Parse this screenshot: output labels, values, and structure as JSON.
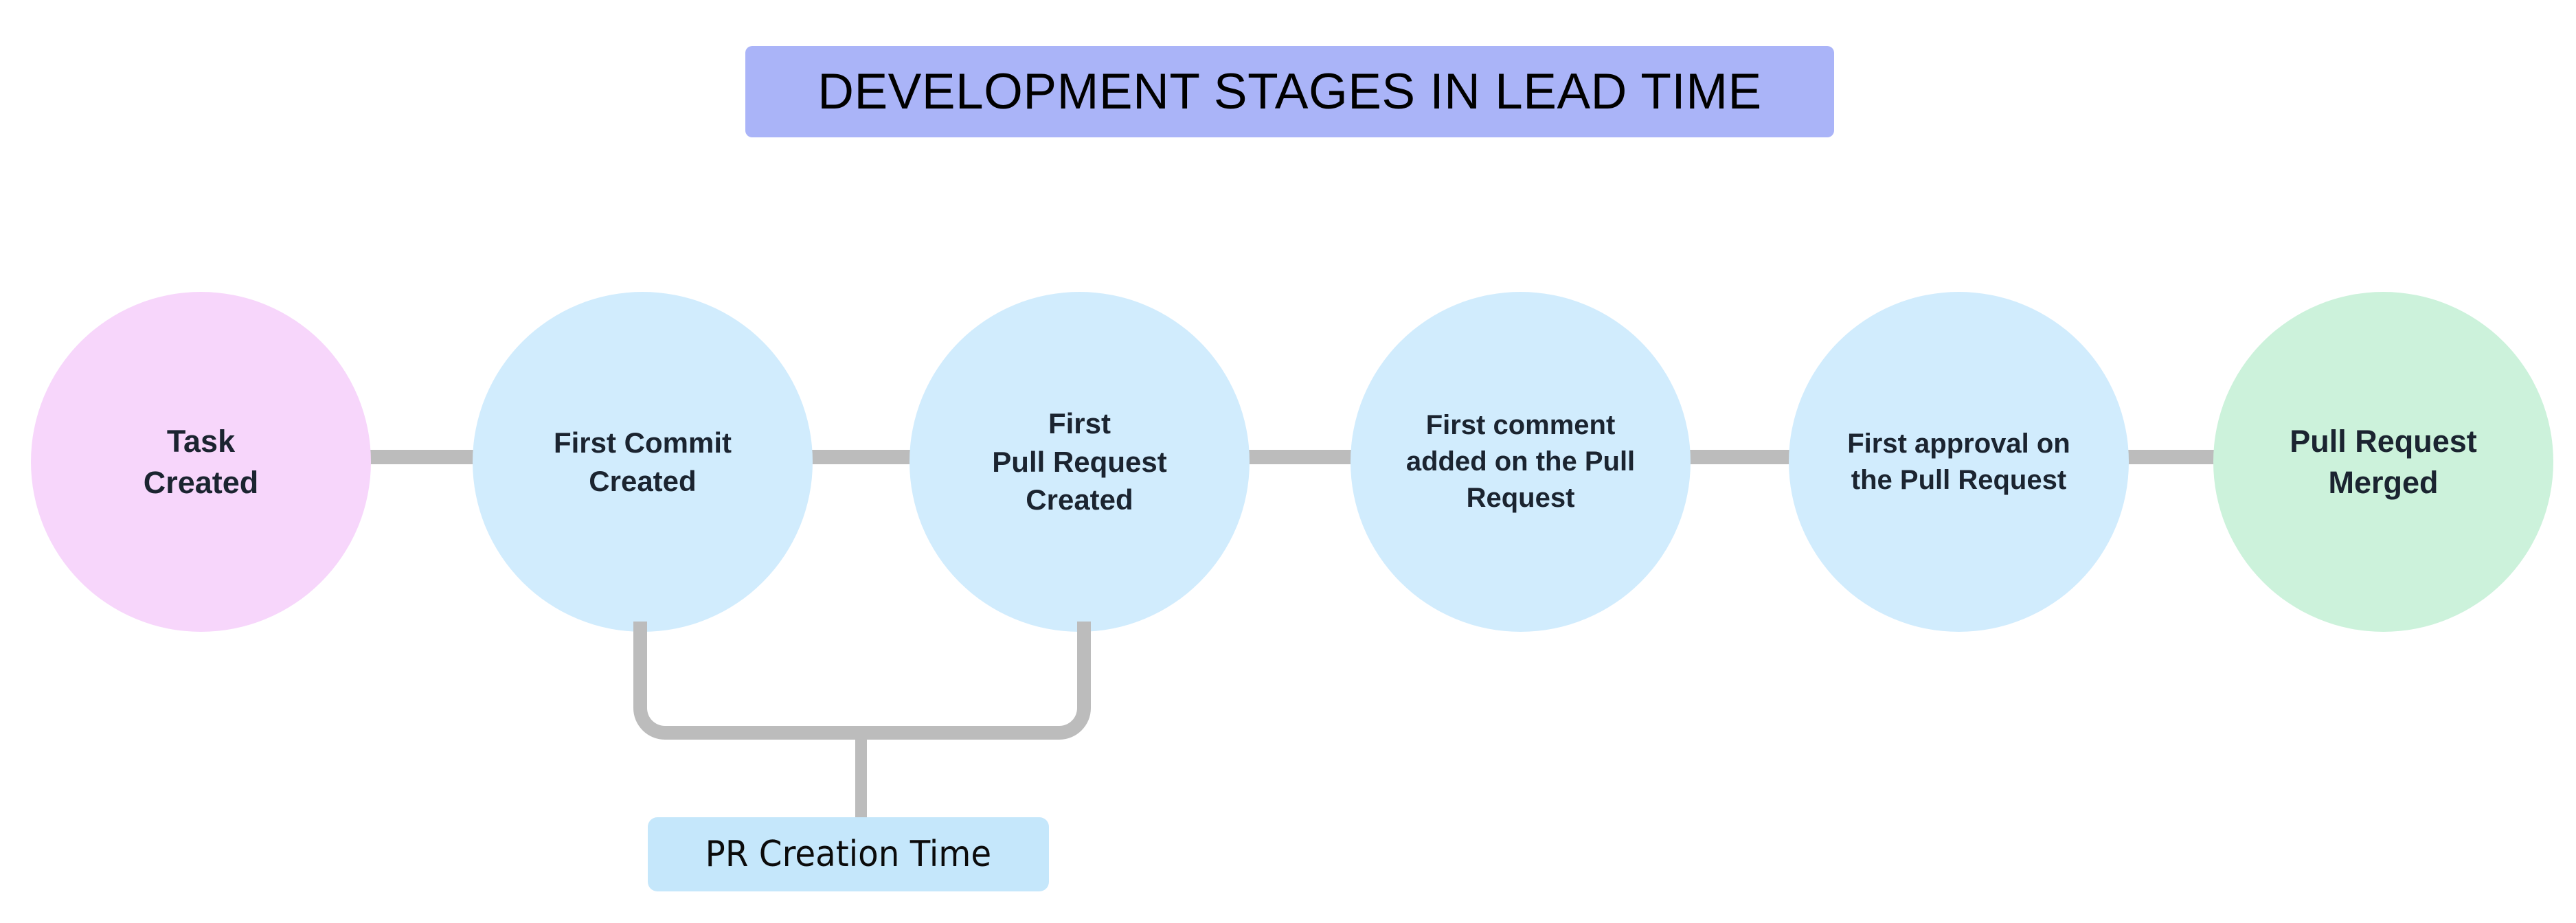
{
  "diagram": {
    "title": "DEVELOPMENT STAGES IN LEAD TIME",
    "title_bg_color": "#aab4f8",
    "canvas_bg_color": "#ffffff",
    "connector_color": "#bcbcbc",
    "nodes": [
      {
        "id": "task-created",
        "label": "Task\nCreated",
        "fill": "#f7d6fb",
        "text_color": "#1b2430"
      },
      {
        "id": "first-commit-created",
        "label": "First Commit\nCreated",
        "fill": "#d1ecfd",
        "text_color": "#1b2430"
      },
      {
        "id": "first-pull-request-created",
        "label": "First\nPull Request\nCreated",
        "fill": "#d1ecfd",
        "text_color": "#1b2430"
      },
      {
        "id": "first-comment-added",
        "label": "First comment\nadded on the Pull\nRequest",
        "fill": "#d1ecfd",
        "text_color": "#1b2430"
      },
      {
        "id": "first-approval",
        "label": "First approval on\nthe Pull Request",
        "fill": "#d1ecfd",
        "text_color": "#1b2430"
      },
      {
        "id": "pull-request-merged",
        "label": "Pull Request\nMerged",
        "fill": "#ccf2db",
        "text_color": "#1b2430"
      }
    ],
    "annotation": {
      "label": "PR Creation Time",
      "fill": "#c5e7fb",
      "text_color": "#0b0b0b",
      "spans_from": "first-commit-created",
      "spans_to": "first-pull-request-created"
    }
  }
}
